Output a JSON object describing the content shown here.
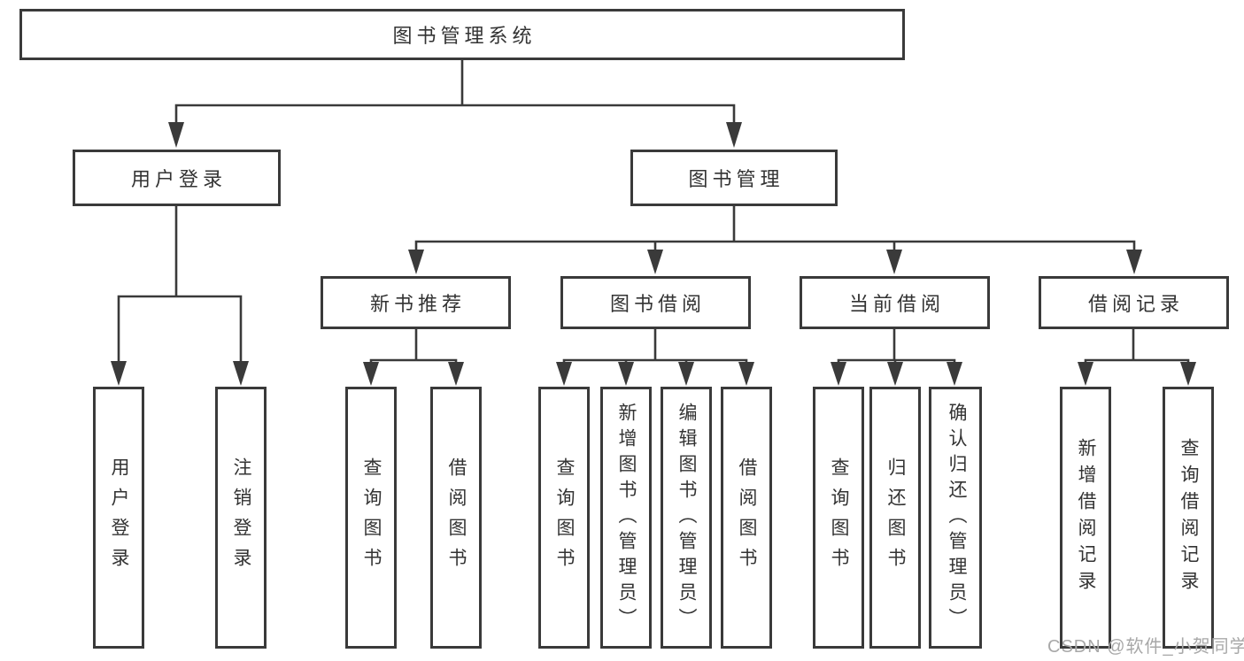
{
  "diagram_title": "图书管理系统",
  "watermark": "CSDN @软件_小贺同学",
  "colors": {
    "line": "#3a3a3a",
    "border": "#3a3a3a",
    "text": "#333333",
    "watermark": "#a8a8a8",
    "background": "#ffffff"
  },
  "nodes": {
    "root": "图书管理系统",
    "userLogin": "用户登录",
    "bookMgmt": "图书管理",
    "newBooks": "新书推荐",
    "bookBorrow": "图书借阅",
    "currentBorrow": "当前借阅",
    "borrowRecords": "借阅记录"
  },
  "leaves": {
    "userLogin": [
      "用户登录",
      "注销登录"
    ],
    "newBooks": [
      "查询图书",
      "借阅图书"
    ],
    "bookBorrow": [
      "查询图书",
      "新增图书（管理员）",
      "编辑图书（管理员）",
      "借阅图书"
    ],
    "currentBorrow": [
      "查询图书",
      "归还图书",
      "确认归还（管理员）"
    ],
    "borrowRecords": [
      "新增借阅记录",
      "查询借阅记录"
    ]
  }
}
